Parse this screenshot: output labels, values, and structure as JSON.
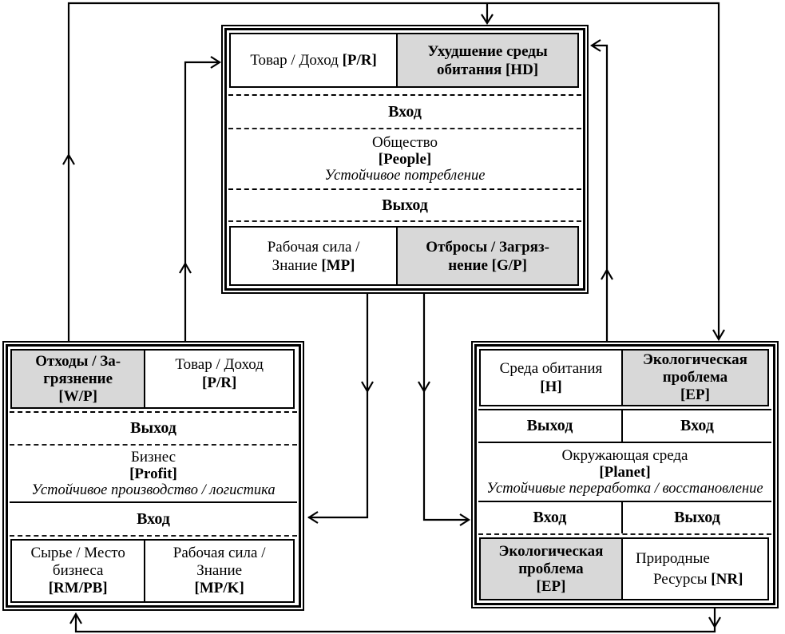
{
  "labels": {
    "input": "Вход",
    "output": "Выход"
  },
  "colors": {
    "cell_gray": "#d8d8d8",
    "line": "#000000",
    "background": "#ffffff"
  },
  "boxes": {
    "society": {
      "cells_top": {
        "pr": {
          "label": "Товар / Доход",
          "code": "[P/R]"
        },
        "hd": {
          "line1": "Ухудшение среды",
          "line2": "обитания [HD]"
        }
      },
      "core": {
        "title": "Общество",
        "code": "[People]",
        "subtitle": "Устойчивое потребление"
      },
      "cells_bottom": {
        "mp": {
          "line1": "Рабочая сила /",
          "label2": "Знание",
          "code": "[MP]"
        },
        "gp": {
          "line1": "Отбросы / Загряз-",
          "line2": "нение [G/P]"
        }
      }
    },
    "business": {
      "cells_top": {
        "wp": {
          "line1": "Отходы / За-",
          "line2": "грязнение",
          "line3": "[W/P]"
        },
        "pr": {
          "label": "Товар / Доход",
          "code": "[P/R]"
        }
      },
      "core": {
        "title": "Бизнес",
        "code": "[Profit]",
        "subtitle": "Устойчивое производство / логистика"
      },
      "cells_bottom": {
        "rmpb": {
          "line1": "Сырье / Место",
          "line2": "бизнеса",
          "code": "[RM/PB]"
        },
        "mpk": {
          "line1": "Рабочая сила /",
          "line2": "Знание",
          "code": "[MP/K]"
        }
      }
    },
    "environment": {
      "cells_top": {
        "h": {
          "label": "Среда обитания",
          "code": "[H]"
        },
        "ep": {
          "line1": "Экологическая",
          "line2": "проблема",
          "line3": "[EP]"
        }
      },
      "core": {
        "title": "Окружающая среда",
        "code": "[Planet]",
        "subtitle": "Устойчивые переработка / восстановление"
      },
      "cells_bottom": {
        "ep": {
          "line1": "Экологическая",
          "line2": "проблема",
          "line3": "[EP]"
        },
        "nr": {
          "label1": "Природные",
          "label2": "Ресурсы",
          "code": "[NR]"
        }
      }
    }
  }
}
